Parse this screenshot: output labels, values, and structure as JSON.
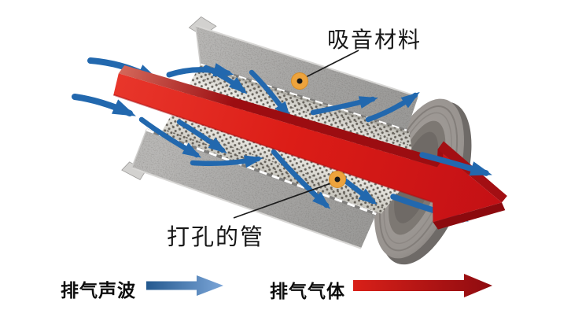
{
  "figure": {
    "type": "muffler-cutaway-illustration",
    "callouts": {
      "absorber": {
        "label": "吸音材料"
      },
      "perforated_pipe": {
        "label": "打孔的管"
      }
    },
    "legend": {
      "items": [
        {
          "id": "sound-wave",
          "label": "排气声波",
          "arrow_color": "#2a6db5"
        },
        {
          "id": "exhaust-gas",
          "label": "排气气体",
          "arrow_color": "#c8151a"
        }
      ]
    },
    "colors": {
      "background": "#ffffff",
      "sound_wave_blue": "#2268ae",
      "exhaust_gas_red": "#d81f18",
      "exhaust_gas_dark_red": "#9c0d11",
      "marker_orange": "#eda33d",
      "shell_gray": "#b9b8b6",
      "pipe_white": "#f0efe9",
      "end_cap_gray": "#98938f",
      "label_text": "#171717"
    }
  }
}
